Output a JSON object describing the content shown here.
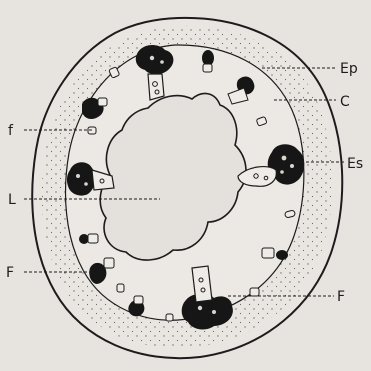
{
  "colors": {
    "background": "#e7e4df",
    "ink": "#1c1c1c",
    "stipple": "#6d6a66"
  },
  "labels": {
    "ep": "Ep",
    "c": "C",
    "es": "Es",
    "f_lower": "f",
    "l": "L",
    "f_left": "F",
    "f_right": "F"
  }
}
